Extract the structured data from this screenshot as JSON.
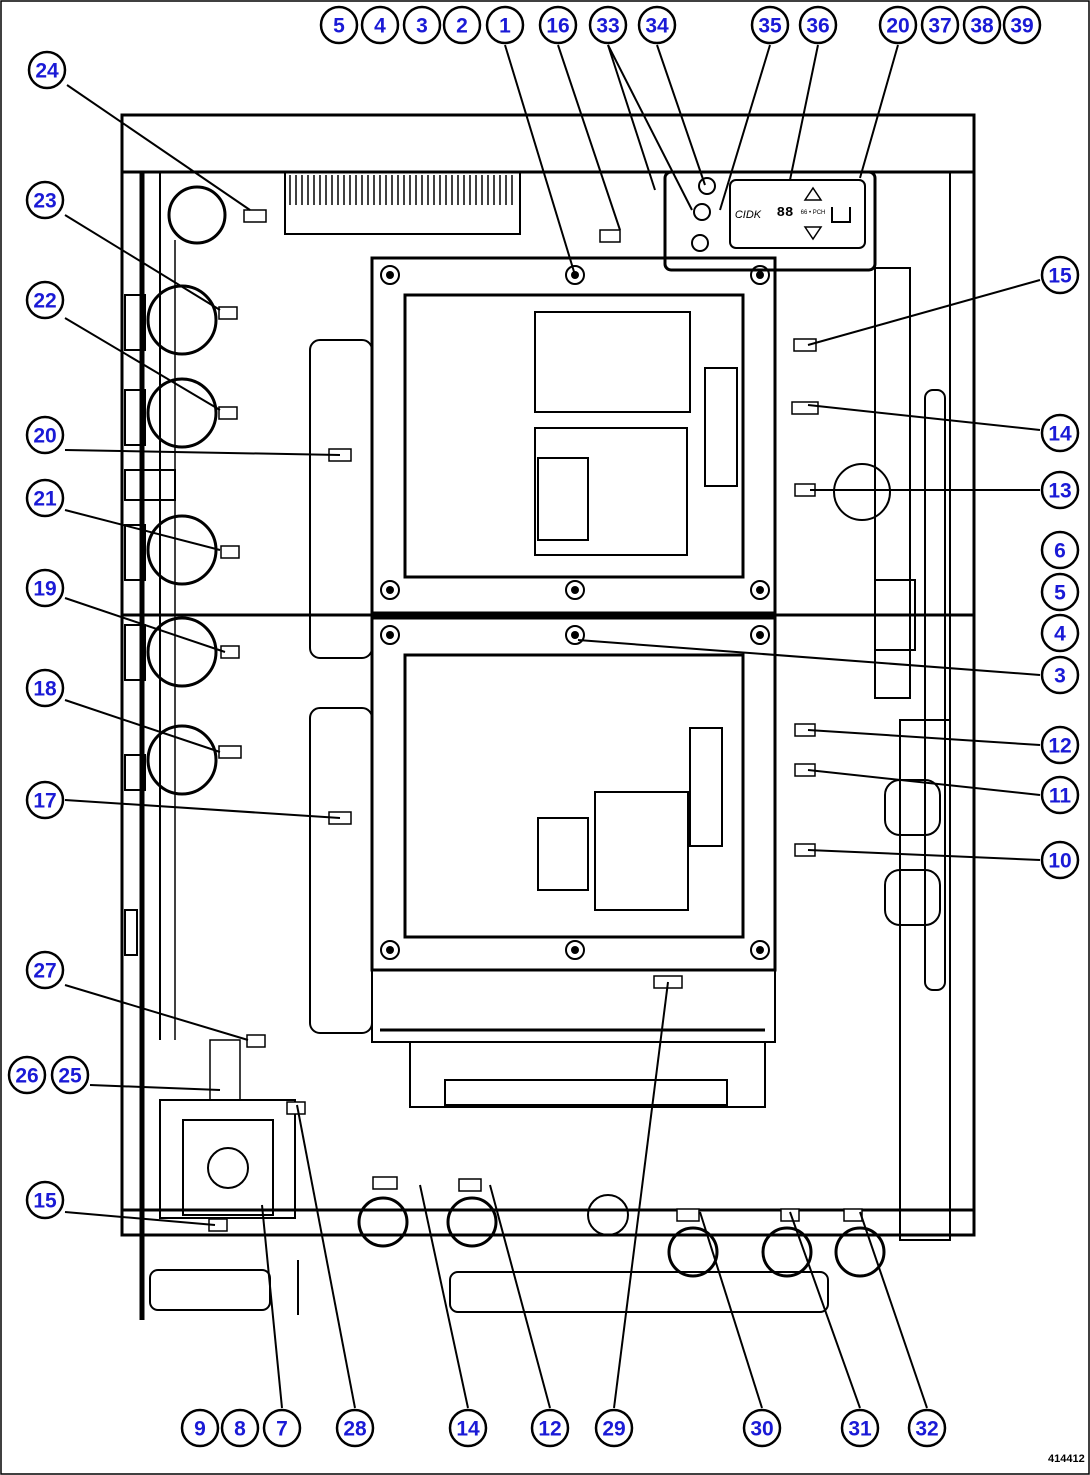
{
  "figure_id": "414412",
  "callouts": [
    {
      "label": "5"
    },
    {
      "label": "4"
    },
    {
      "label": "3"
    },
    {
      "label": "2"
    },
    {
      "label": "1"
    },
    {
      "label": "16"
    },
    {
      "label": "33"
    },
    {
      "label": "34"
    },
    {
      "label": "35"
    },
    {
      "label": "36"
    },
    {
      "label": "20"
    },
    {
      "label": "37"
    },
    {
      "label": "38"
    },
    {
      "label": "39"
    },
    {
      "label": "24"
    },
    {
      "label": "23"
    },
    {
      "label": "22"
    },
    {
      "label": "20"
    },
    {
      "label": "21"
    },
    {
      "label": "19"
    },
    {
      "label": "18"
    },
    {
      "label": "17"
    },
    {
      "label": "27"
    },
    {
      "label": "26"
    },
    {
      "label": "25"
    },
    {
      "label": "15"
    },
    {
      "label": "15"
    },
    {
      "label": "14"
    },
    {
      "label": "13"
    },
    {
      "label": "6"
    },
    {
      "label": "5"
    },
    {
      "label": "4"
    },
    {
      "label": "3"
    },
    {
      "label": "12"
    },
    {
      "label": "11"
    },
    {
      "label": "10"
    },
    {
      "label": "9"
    },
    {
      "label": "8"
    },
    {
      "label": "7"
    },
    {
      "label": "28"
    },
    {
      "label": "14"
    },
    {
      "label": "12"
    },
    {
      "label": "29"
    },
    {
      "label": "30"
    },
    {
      "label": "31"
    },
    {
      "label": "32"
    }
  ],
  "display_text": "CIDK",
  "display_digits": "88",
  "display_small": "66 • PCH"
}
